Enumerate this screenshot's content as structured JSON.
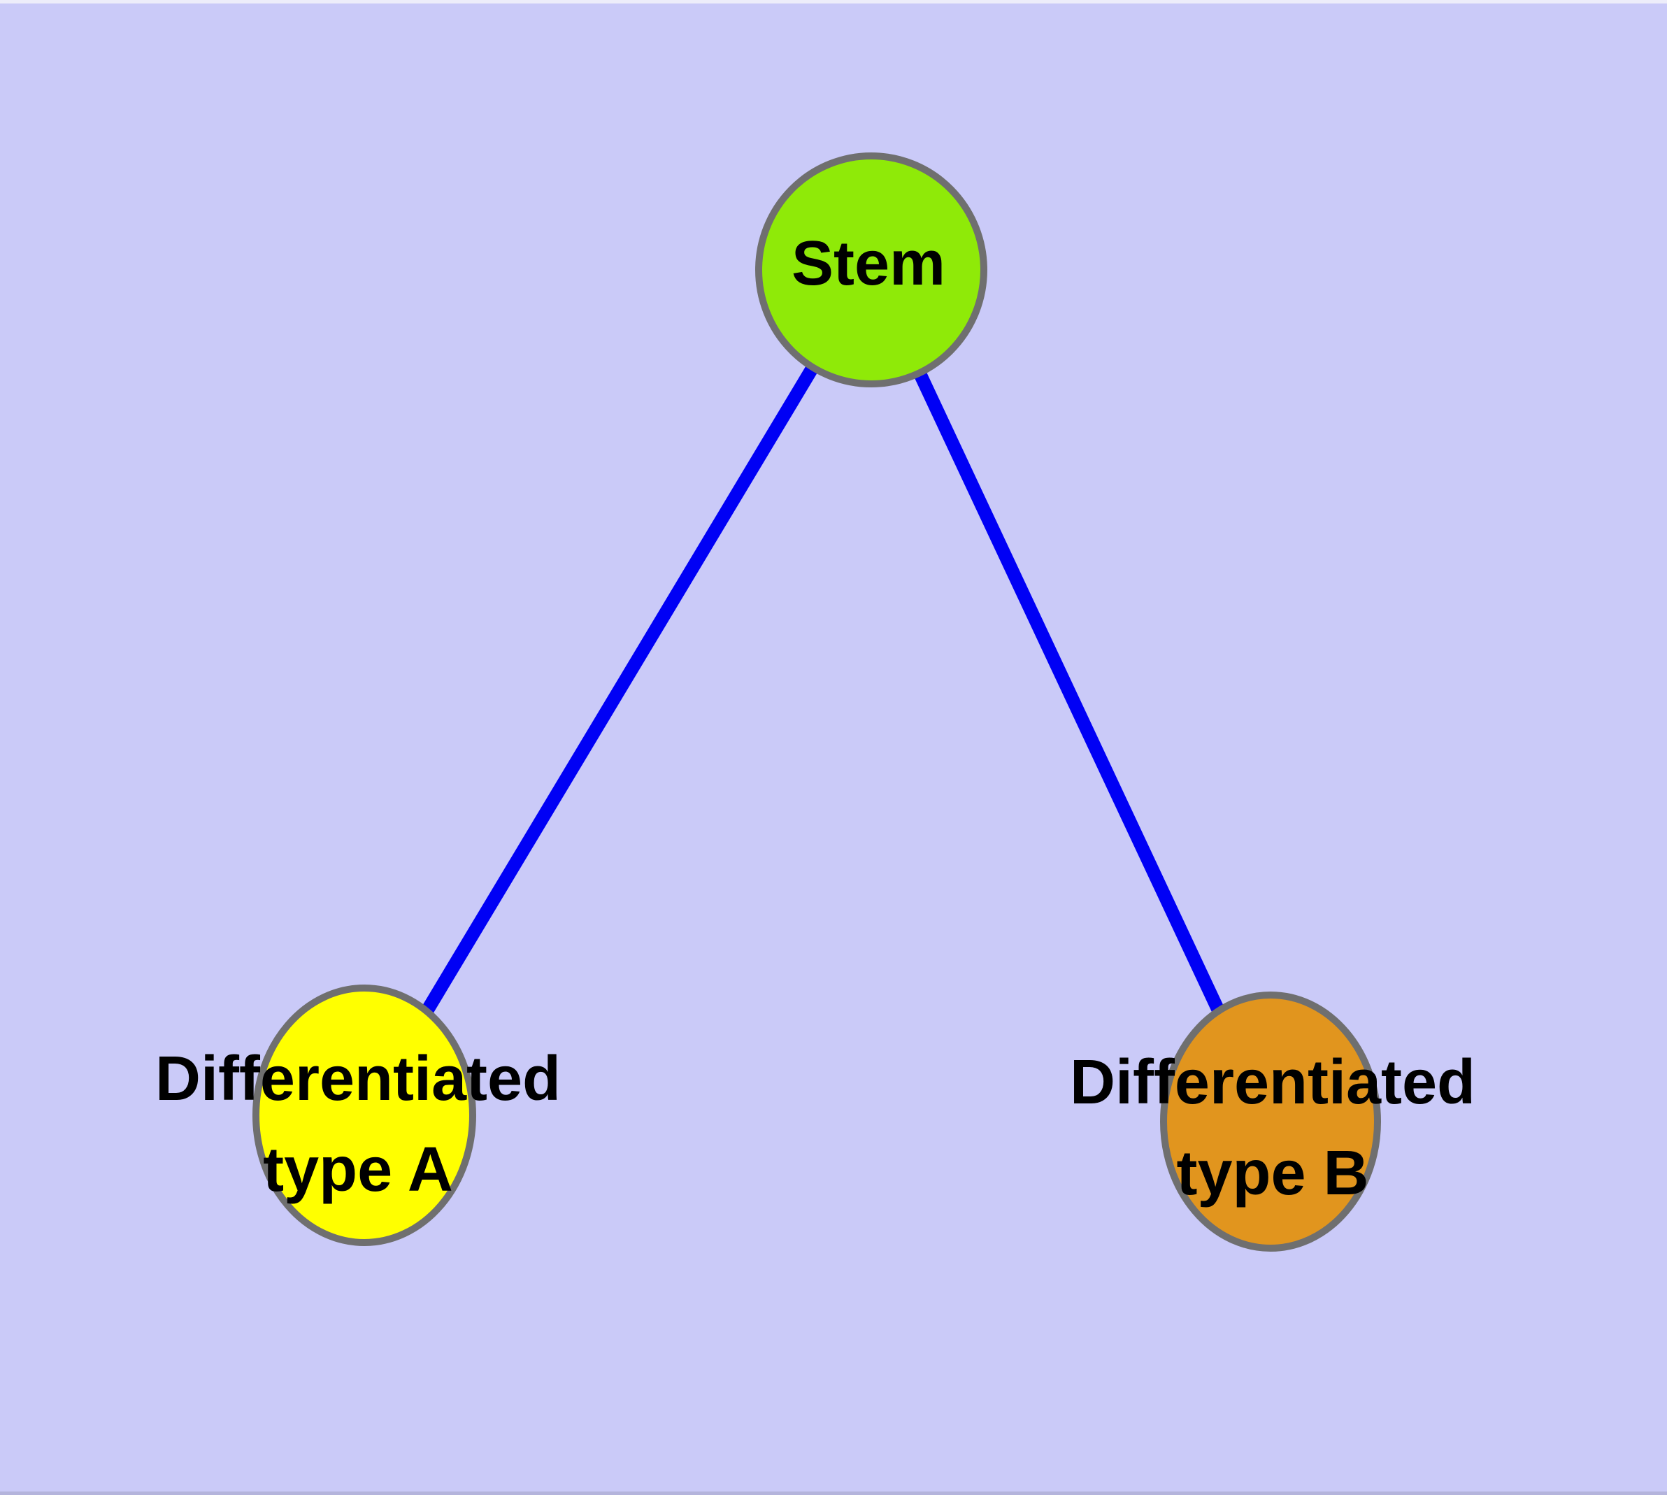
{
  "diagram": {
    "type": "graph",
    "description": "Stem cell differentiation tree: a stem node connected to two differentiated cell type nodes",
    "background_color": "#CACAF8",
    "top_edge_color": "#EDEDFA",
    "bottom_edge_color": "#B4B4DC",
    "edge_color": "#0000F5",
    "node_border_color": "#6F6F6F",
    "label_color": "#000000",
    "nodes": [
      {
        "id": "stem",
        "label": "Stem",
        "line1": "Stem",
        "line2": "",
        "color": "#8FEA08",
        "shape": "circle"
      },
      {
        "id": "diff-a",
        "label": "Differentiated type A",
        "line1": "Differentiated",
        "line2": "type A",
        "color": "#FFFF00",
        "shape": "circle"
      },
      {
        "id": "diff-b",
        "label": "Differentiated type B",
        "line1": "Differentiated",
        "line2": "type B",
        "color": "#E1951E",
        "shape": "circle"
      }
    ],
    "edges": [
      {
        "from": "Stem",
        "to": "Differentiated type A"
      },
      {
        "from": "Stem",
        "to": "Differentiated type B"
      }
    ]
  }
}
